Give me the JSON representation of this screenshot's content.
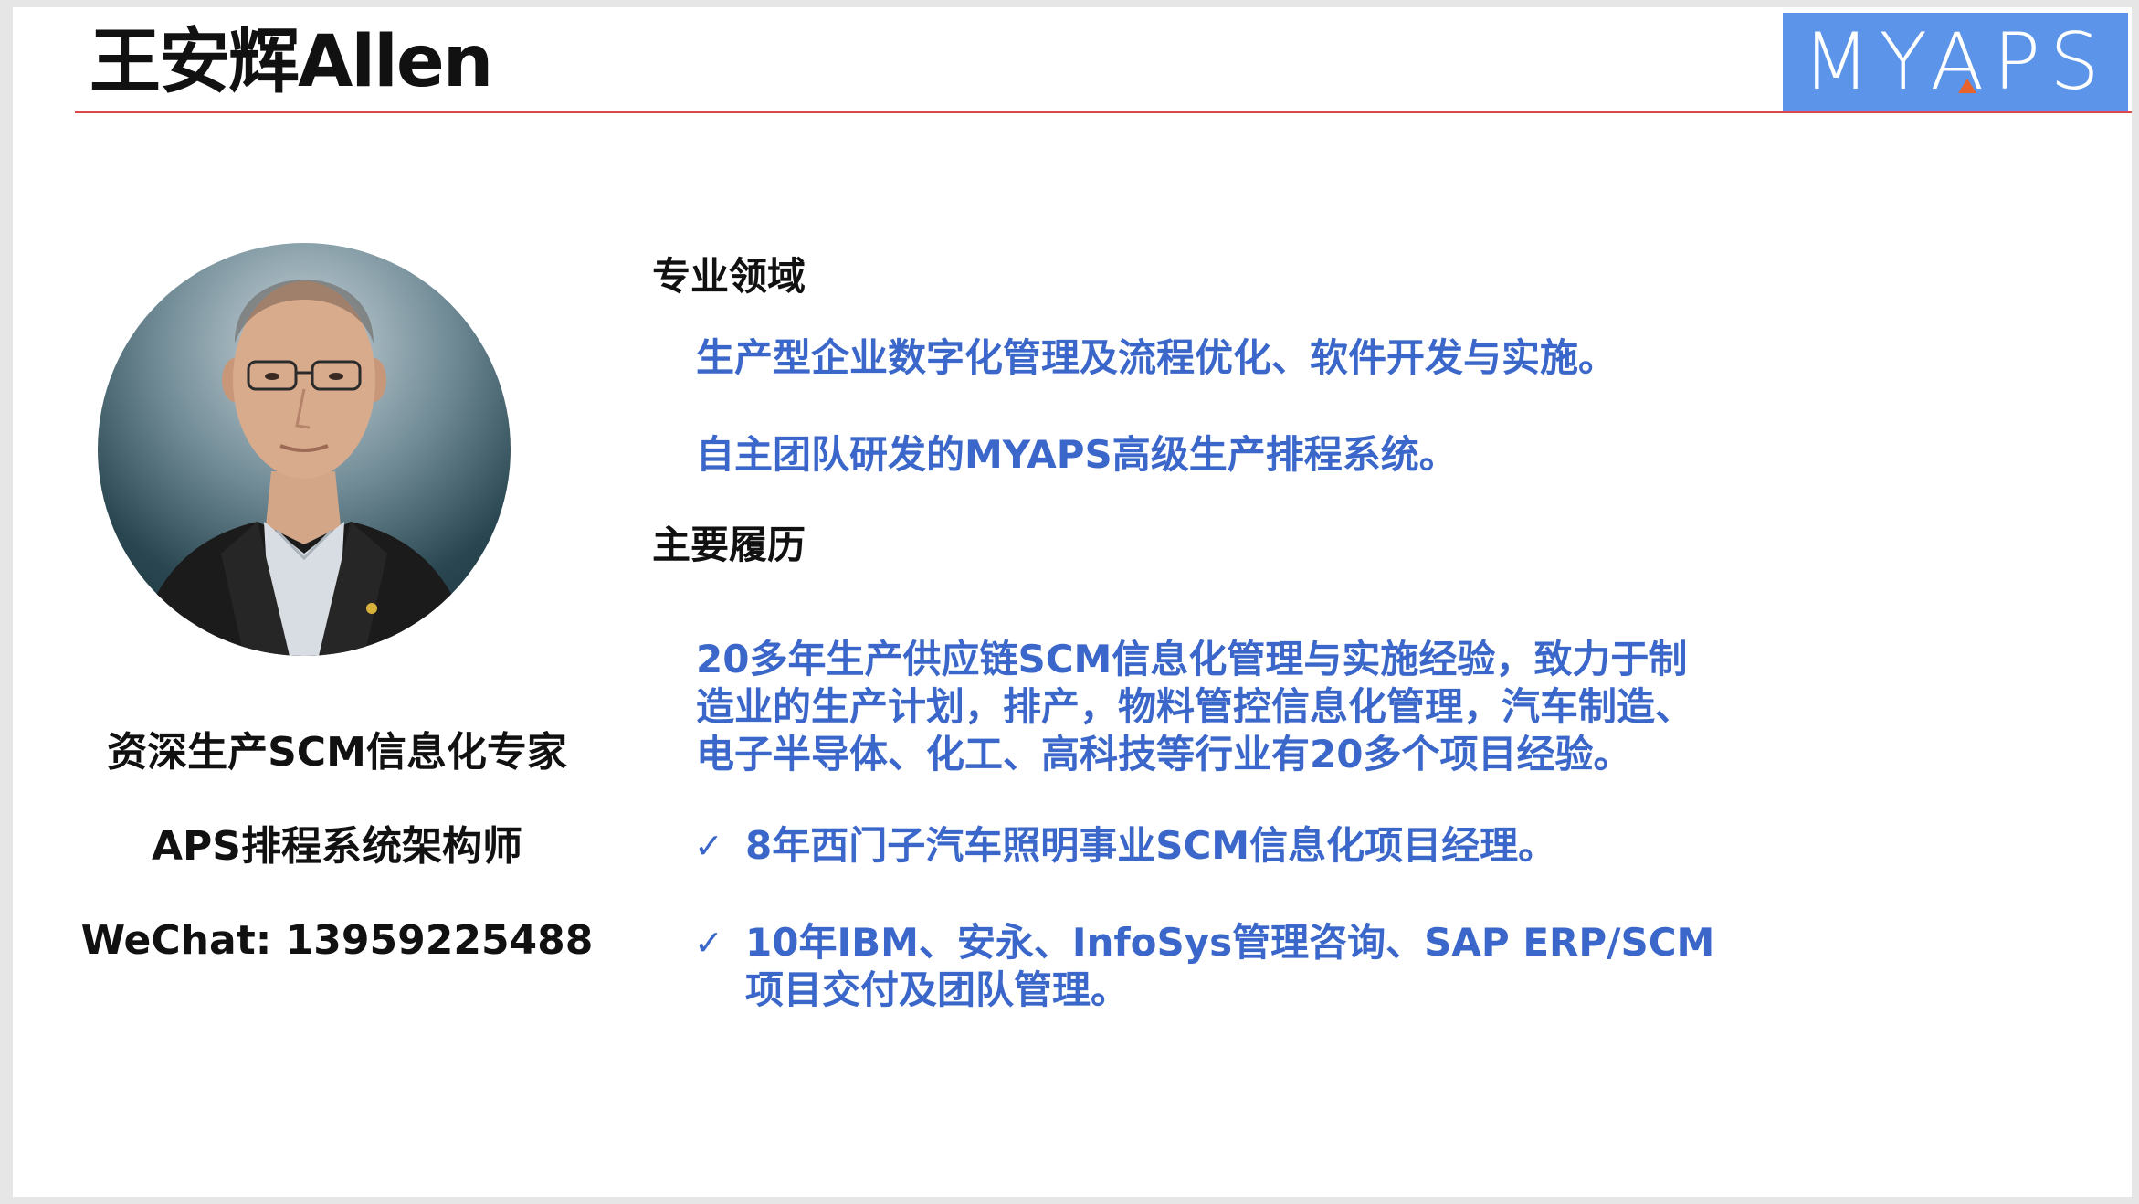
{
  "header": {
    "title": "王安辉Allen",
    "logo_text": "MYAPS"
  },
  "profile": {
    "lines": [
      "资深生产SCM信息化专家",
      "APS排程系统架构师",
      "WeChat: 13959225488"
    ]
  },
  "expertise": {
    "heading": "专业领域",
    "items": [
      "生产型企业数字化管理及流程优化、软件开发与实施。",
      "自主团队研发的MYAPS高级生产排程系统。"
    ]
  },
  "experience": {
    "heading": "主要履历",
    "summary_lines": [
      "20多年生产供应链SCM信息化管理与实施经验，致力于制",
      "造业的生产计划，排产，物料管控信息化管理，汽车制造、",
      "电子半导体、化工、高科技等行业有20多个项目经验。"
    ],
    "check_glyph": "✓",
    "bullets": [
      {
        "lines": [
          "8年西门子汽车照明事业SCM信息化项目经理。"
        ]
      },
      {
        "lines": [
          "10年IBM、安永、InfoSys管理咨询、SAP ERP/SCM",
          "项目交付及团队管理。"
        ]
      }
    ]
  },
  "colors": {
    "accent_blue": "#3a67c9",
    "logo_bg": "#5b94e8",
    "rule_red": "#d9484b",
    "logo_accent": "#e8622c"
  }
}
